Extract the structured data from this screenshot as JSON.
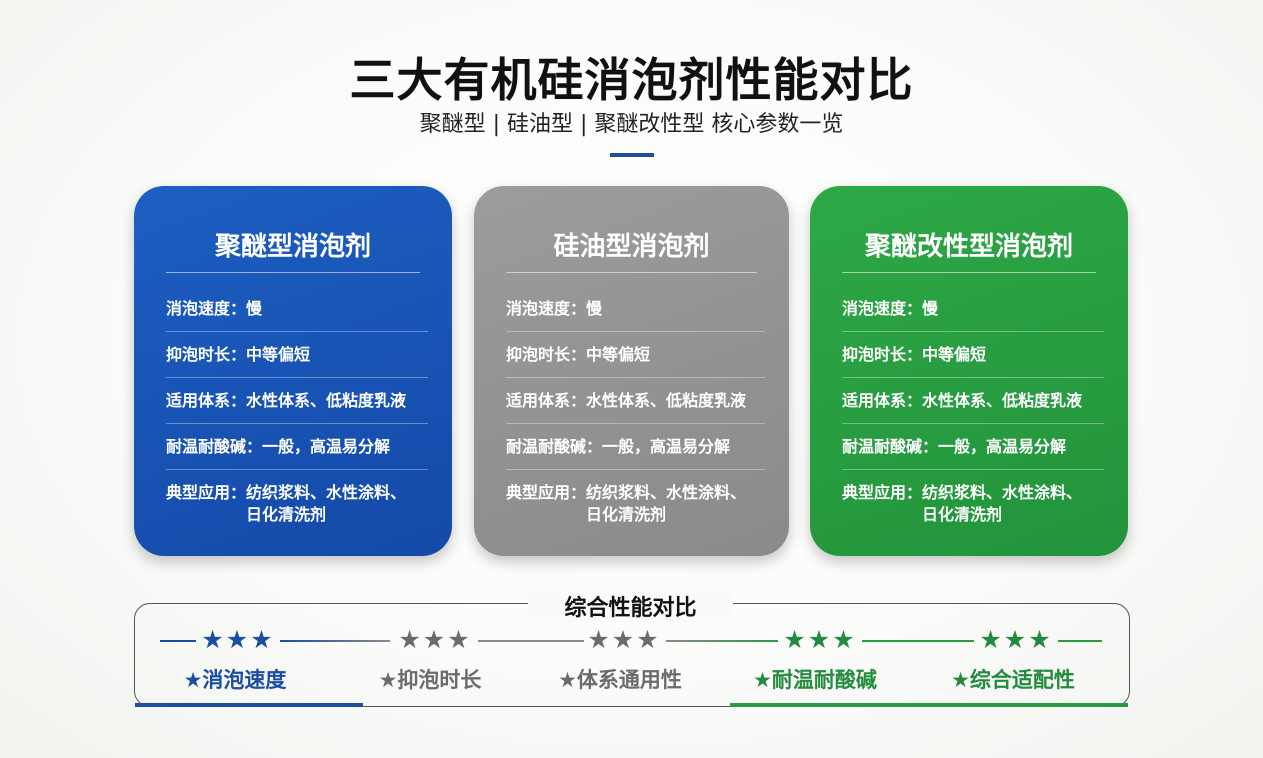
{
  "header": {
    "title": "三大有机硅消泡剂性能对比",
    "subtitle": "聚醚型 | 硅油型 | 聚醚改性型 核心参数一览"
  },
  "cards": [
    {
      "title": "聚醚型消泡剂",
      "color": "#1a55b5",
      "rows": [
        {
          "label": "消泡速度：",
          "value": "慢"
        },
        {
          "label": "抑泡时长：",
          "value": "中等偏短"
        },
        {
          "label": "适用体系：",
          "value": "水性体系、低粘度乳液"
        },
        {
          "label": "耐温耐酸碱：",
          "value": "一般，高温易分解"
        },
        {
          "label": "典型应用：",
          "value": "纺织浆料、水性涂料、日化清洗剂"
        }
      ]
    },
    {
      "title": "硅油型消泡剂",
      "color": "#939393",
      "rows": [
        {
          "label": "消泡速度：",
          "value": "慢"
        },
        {
          "label": "抑泡时长：",
          "value": "中等偏短"
        },
        {
          "label": "适用体系：",
          "value": "水性体系、低粘度乳液"
        },
        {
          "label": "耐温耐酸碱：",
          "value": "一般，高温易分解"
        },
        {
          "label": "典型应用：",
          "value": "纺织浆料、水性涂料、日化清洗剂"
        }
      ]
    },
    {
      "title": "聚醚改性型消泡剂",
      "color": "#289f42",
      "rows": [
        {
          "label": "消泡速度：",
          "value": "慢"
        },
        {
          "label": "抑泡时长：",
          "value": "中等偏短"
        },
        {
          "label": "适用体系：",
          "value": "水性体系、低粘度乳液"
        },
        {
          "label": "耐温耐酸碱：",
          "value": "一般，高温易分解"
        },
        {
          "label": "典型应用：",
          "value": "纺织浆料、水性涂料、日化清洗剂"
        }
      ]
    }
  ],
  "summary": {
    "title": "综合性能对比",
    "metrics": [
      {
        "stars": "★★★",
        "label": "★消泡速度",
        "color": "#1a4ea3"
      },
      {
        "stars": "★★★",
        "label": "★抑泡时长",
        "color": "#6b6b6b"
      },
      {
        "stars": "★★★",
        "label": "★体系通用性",
        "color": "#6b6b6b"
      },
      {
        "stars": "★★★",
        "label": "★耐温耐酸碱",
        "color": "#238b3d"
      },
      {
        "stars": "★★★",
        "label": "★综合适配性",
        "color": "#238b3d"
      }
    ]
  }
}
